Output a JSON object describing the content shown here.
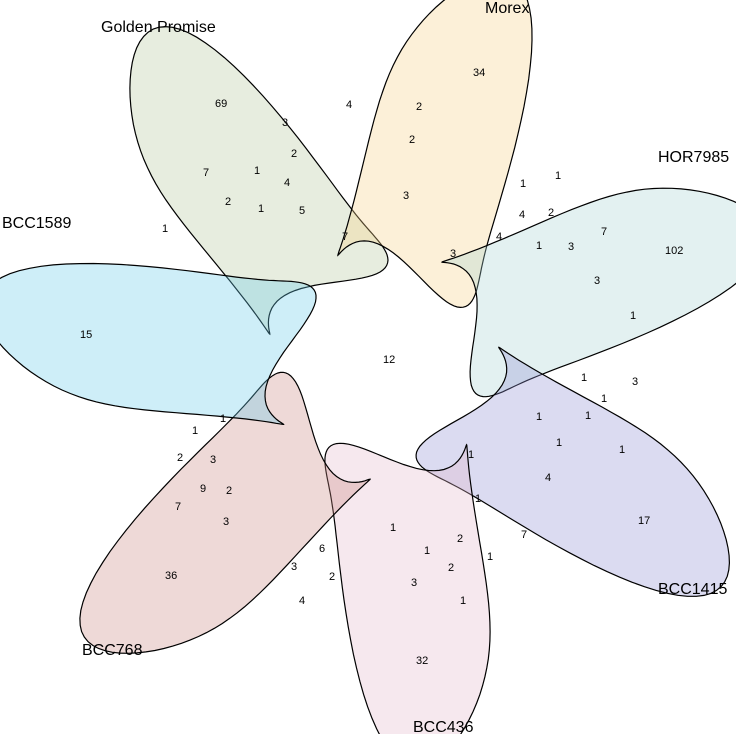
{
  "diagram": {
    "type": "venn",
    "sets": [
      {
        "key": "golden_promise",
        "name": "Golden Promise",
        "color": "#b5c79a"
      },
      {
        "key": "morex",
        "name": "Morex",
        "color": "#f5cf86"
      },
      {
        "key": "hor7985",
        "name": "HOR7985",
        "color": "#a9d3d4"
      },
      {
        "key": "bcc1415",
        "name": "BCC1415",
        "color": "#8f8ed3"
      },
      {
        "key": "bcc436",
        "name": "BCC436",
        "color": "#e4b7cb"
      },
      {
        "key": "bcc768",
        "name": "BCC768",
        "color": "#c98883"
      },
      {
        "key": "bcc1589",
        "name": "BCC1589",
        "color": "#66c9ea"
      }
    ],
    "counts": [
      {
        "key": "gp_only",
        "value": "69"
      },
      {
        "key": "morex_only",
        "value": "34"
      },
      {
        "key": "hor7985_only",
        "value": "102"
      },
      {
        "key": "bcc1415_only",
        "value": "17"
      },
      {
        "key": "bcc436_only",
        "value": "32"
      },
      {
        "key": "bcc768_only",
        "value": "36"
      },
      {
        "key": "bcc1589_only",
        "value": "15"
      },
      {
        "key": "all_sets",
        "value": "12"
      },
      {
        "key": "c_a",
        "value": "4"
      },
      {
        "key": "c_b",
        "value": "2"
      },
      {
        "key": "c_c",
        "value": "2"
      },
      {
        "key": "c_d",
        "value": "3"
      },
      {
        "key": "c_e",
        "value": "2"
      },
      {
        "key": "c_f",
        "value": "4"
      },
      {
        "key": "c_g",
        "value": "7"
      },
      {
        "key": "c_h",
        "value": "1"
      },
      {
        "key": "c_i",
        "value": "2"
      },
      {
        "key": "c_j",
        "value": "1"
      },
      {
        "key": "c_k",
        "value": "5"
      },
      {
        "key": "c_l",
        "value": "7"
      },
      {
        "key": "c_m",
        "value": "3"
      },
      {
        "key": "c_n",
        "value": "3"
      },
      {
        "key": "c_o",
        "value": "1"
      },
      {
        "key": "c_p",
        "value": "1"
      },
      {
        "key": "c_q",
        "value": "4"
      },
      {
        "key": "c_r",
        "value": "2"
      },
      {
        "key": "c_s",
        "value": "4"
      },
      {
        "key": "c_t",
        "value": "7"
      },
      {
        "key": "c_u",
        "value": "1"
      },
      {
        "key": "c_v",
        "value": "3"
      },
      {
        "key": "c_w",
        "value": "3"
      },
      {
        "key": "c_x",
        "value": "1"
      },
      {
        "key": "c_y",
        "value": "1"
      },
      {
        "key": "c_z",
        "value": "3"
      },
      {
        "key": "c_aa",
        "value": "1"
      },
      {
        "key": "c_ab",
        "value": "1"
      },
      {
        "key": "c_ac",
        "value": "1"
      },
      {
        "key": "c_ad",
        "value": "1"
      },
      {
        "key": "c_ae",
        "value": "1"
      },
      {
        "key": "c_af",
        "value": "4"
      },
      {
        "key": "c_ag",
        "value": "1"
      },
      {
        "key": "c_ah",
        "value": "1"
      },
      {
        "key": "c_ai",
        "value": "2"
      },
      {
        "key": "c_aj",
        "value": "7"
      },
      {
        "key": "c_ak",
        "value": "1"
      },
      {
        "key": "c_al",
        "value": "1"
      },
      {
        "key": "c_am",
        "value": "6"
      },
      {
        "key": "c_an",
        "value": "2"
      },
      {
        "key": "c_ao",
        "value": "1"
      },
      {
        "key": "c_ap",
        "value": "3"
      },
      {
        "key": "c_aq",
        "value": "1"
      },
      {
        "key": "c_ar",
        "value": "3"
      },
      {
        "key": "c_as",
        "value": "2"
      },
      {
        "key": "c_at",
        "value": "4"
      },
      {
        "key": "c_au",
        "value": "7"
      },
      {
        "key": "c_av",
        "value": "2"
      },
      {
        "key": "c_aw",
        "value": "9"
      },
      {
        "key": "c_ax",
        "value": "3"
      },
      {
        "key": "c_ay",
        "value": "3"
      },
      {
        "key": "c_az",
        "value": "1"
      },
      {
        "key": "c_ba",
        "value": "1"
      },
      {
        "key": "c_bb",
        "value": "2"
      }
    ]
  }
}
